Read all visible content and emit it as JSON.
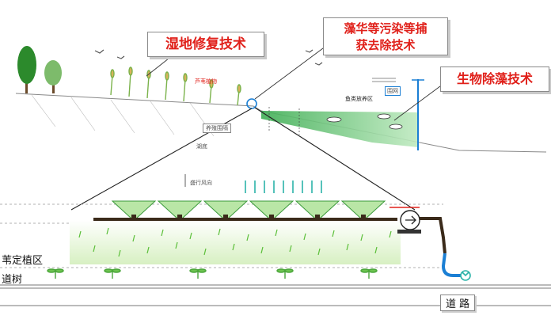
{
  "callouts": {
    "wetland": "湿地修复技术",
    "algae_line1": "藻华等污染等捕",
    "algae_line2": "获去除技术",
    "bio": "生物除藻技术"
  },
  "labels": {
    "reed": "芦苇植物",
    "fishing_area": "鱼类放养区",
    "fence": "围网",
    "lake_bottom": "湖底",
    "pond_inlet": "养殖围隔",
    "breeze": "盛行风向",
    "reed_zone": "苇定植区",
    "roadside_trees": "道树",
    "road": "道 路"
  },
  "colors": {
    "callout_text": "#e0201a",
    "water": "#7fd27b",
    "pipe": "#3a2a1a",
    "blue_pipe": "#1b7fd4",
    "arrow": "#2bb3a8"
  }
}
